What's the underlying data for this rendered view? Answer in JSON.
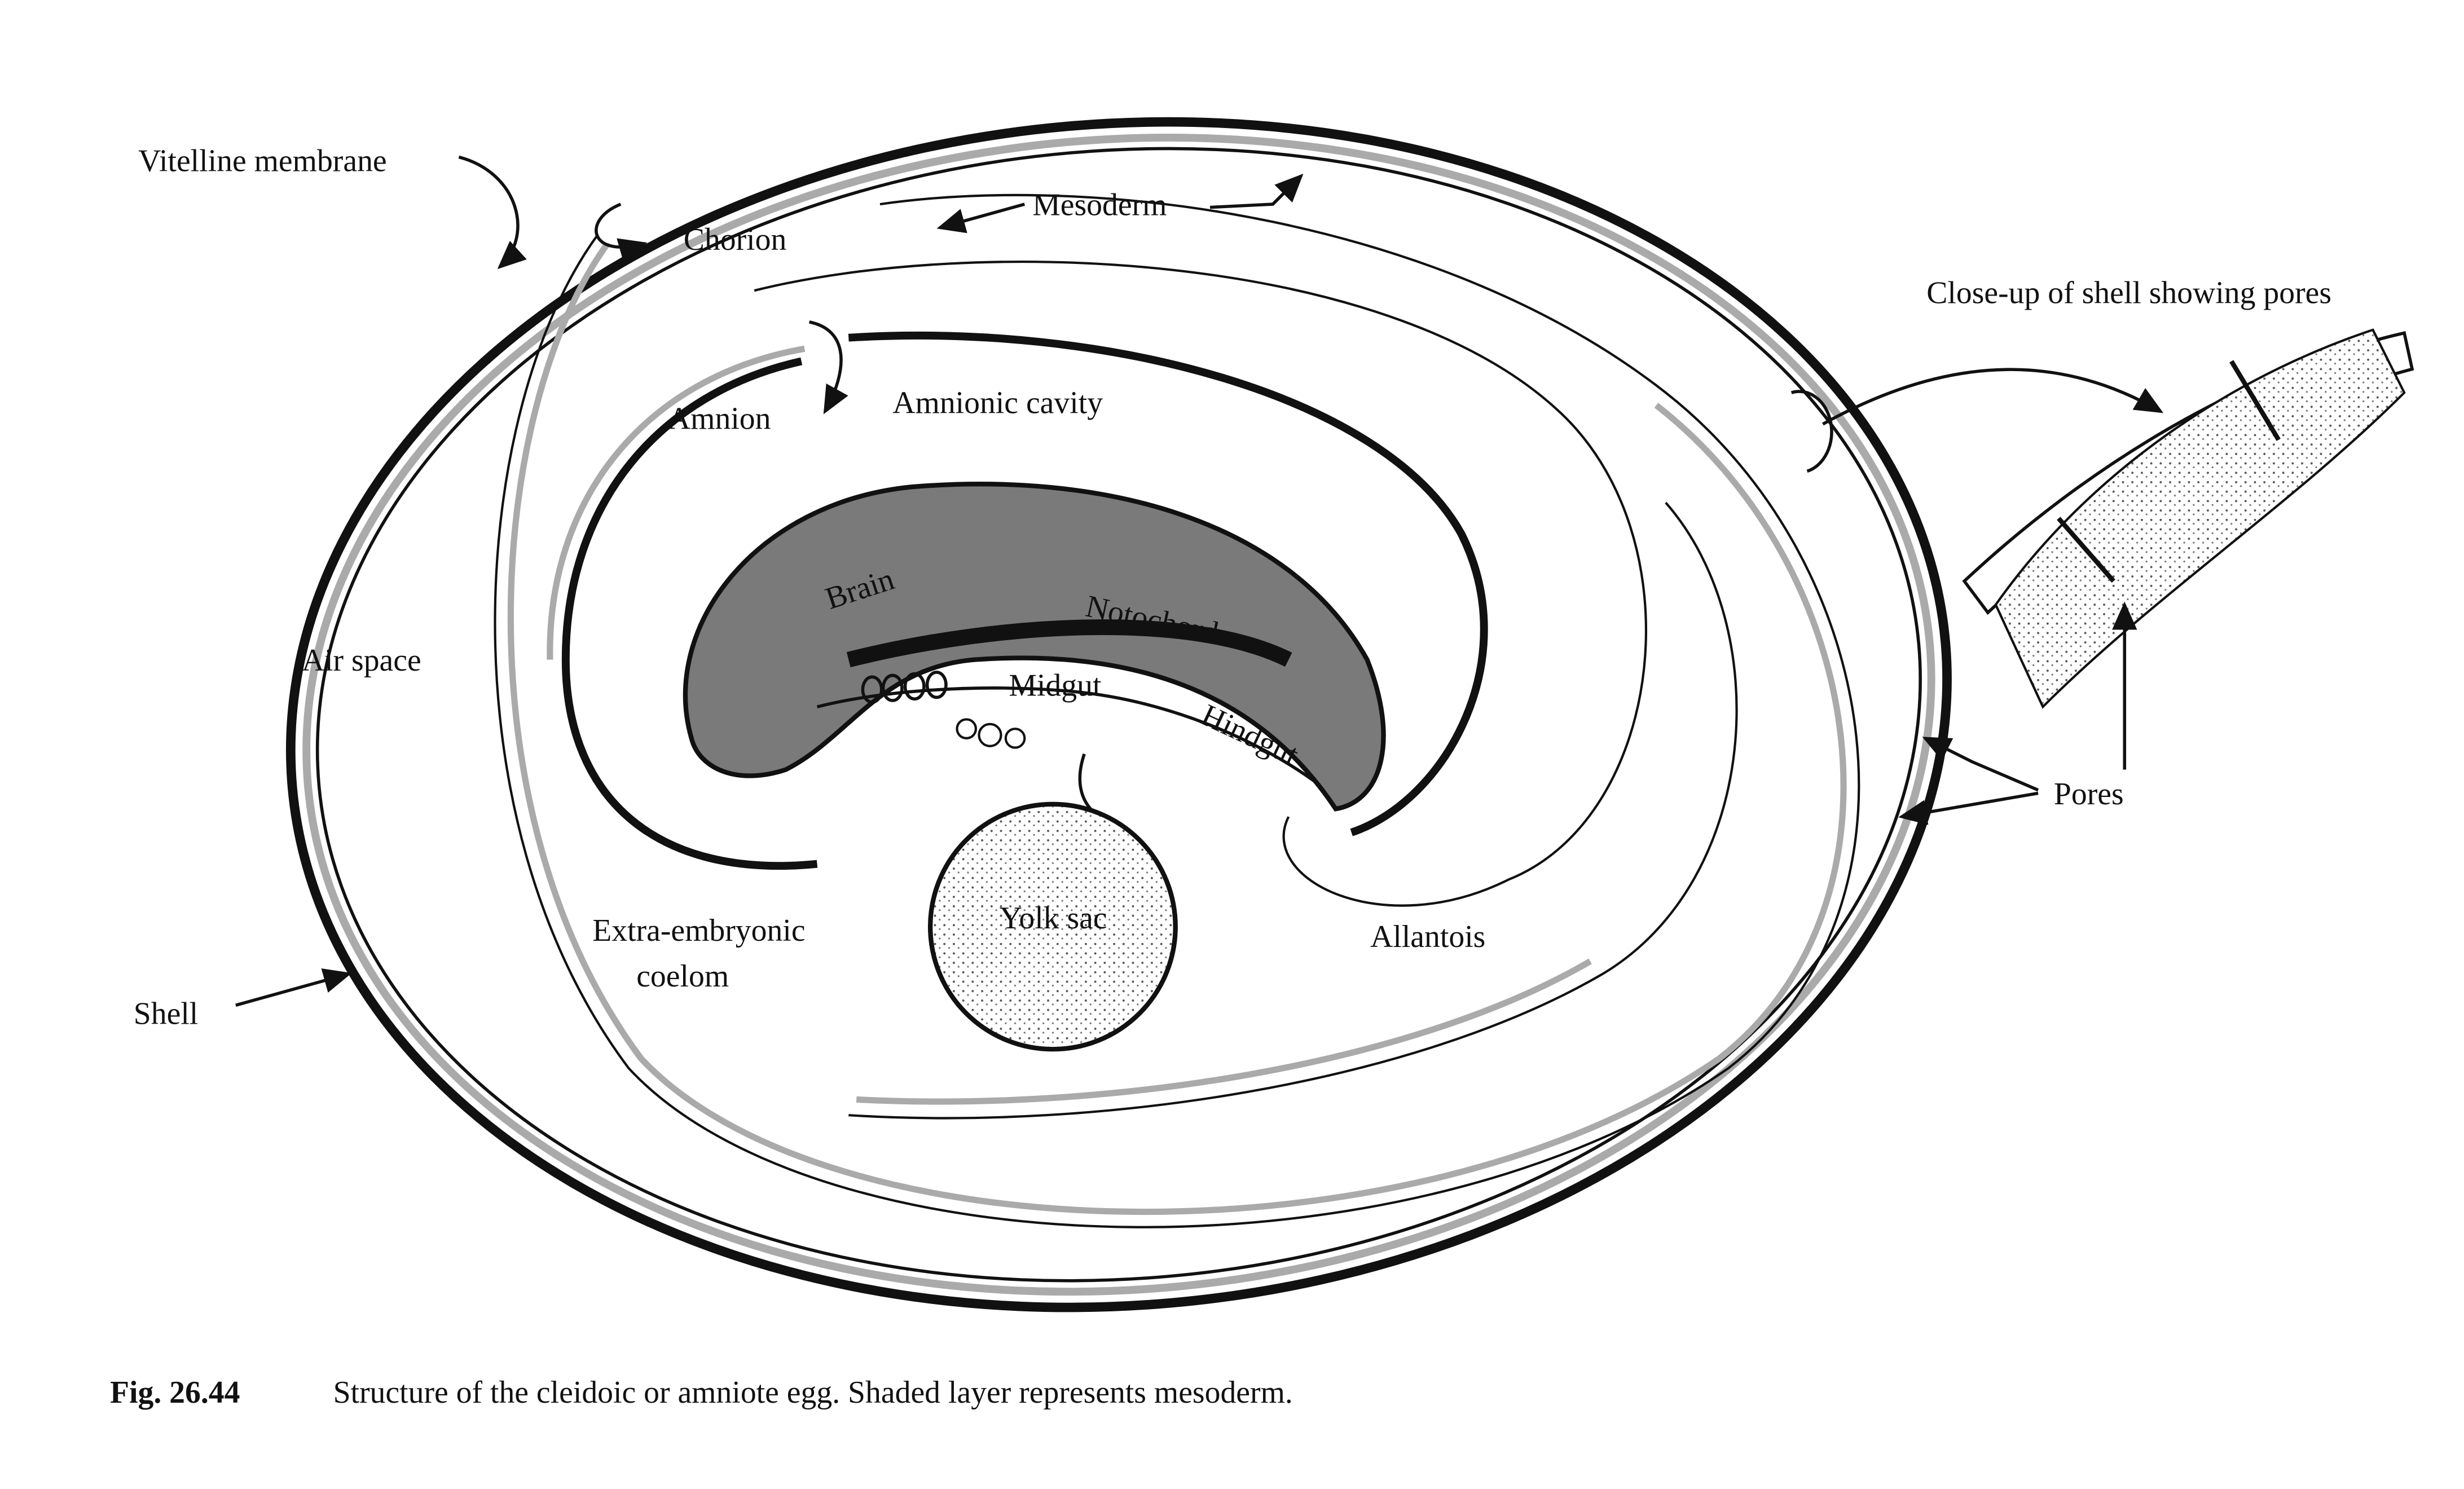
{
  "figure": {
    "labels": {
      "vitelline_membrane": "Vitelline membrane",
      "chorion": "Chorion",
      "mesoderm": "Mesoderm",
      "amnion": "Amnion",
      "amnionic_cavity": "Amnionic cavity",
      "brain": "Brain",
      "notochord": "Notochord",
      "midgut": "Midgut",
      "hindgut": "Hindgut",
      "air_space": "Air space",
      "yolk_sac": "Yolk sac",
      "extra_embryonic_line1": "Extra-embryonic",
      "extra_embryonic_line2": "coelom",
      "allantois": "Allantois",
      "shell": "Shell",
      "closeup": "Close-up of shell showing pores",
      "pores": "Pores"
    },
    "caption": {
      "number": "Fig. 26.44",
      "text": "Structure of the cleidoic or amniote egg. Shaded layer represents mesoderm."
    },
    "colors": {
      "ink": "#111111",
      "mesoderm_shade": "#a8a8a8",
      "brain_fill": "#7a7a7a"
    }
  }
}
